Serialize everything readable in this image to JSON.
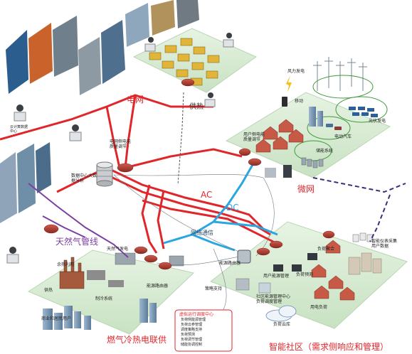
{
  "labels": {
    "power_grid": "电网",
    "heat_supply": "供热",
    "gas_pipeline": "天然气管线",
    "ac": "AC",
    "dc": "DC",
    "microgrid": "微网",
    "network_comm": "网络通信",
    "wind_power": "风力发电",
    "mobile": "移动",
    "power_quality": "电网侧电能质量调节",
    "data_center": "数据中心大数据分析",
    "user_side_quality": "用户侧电能质量调节",
    "ev": "电动汽车",
    "pv": "光伏发电",
    "storage": "储能系统",
    "cloud": "云计算数据中心",
    "gas_power": "天然气发电",
    "waste_heat": "余热利用",
    "heating": "供热",
    "cooling": "制冷系统",
    "commercial": "商业和居民用户",
    "energy_router": "能源路由器",
    "energy_router2": "能源路由器",
    "policy_support": "策略支持",
    "user_mgmt": "用户能源管理",
    "community_center": "社区能源管理中心负荷调度管理",
    "load_agg": "负荷聚合",
    "load_forecast": "负荷预测",
    "smart_meter": "智能仪表采集用户数据",
    "user_load": "用电负荷",
    "load_cloud": "负荷云库",
    "cchp": "燃气冷热电联供",
    "smart_community": "智能社区（需求侧响应和管理）"
  },
  "legend_box": {
    "title": "虚拟运行调度中心",
    "items": [
      "负荷侧能源管理",
      "负荷云参管理",
      "调度策略支持",
      "负荷预测",
      "负荷调节管理",
      "储能协调控制"
    ]
  },
  "colors": {
    "ac_line": "#e0262b",
    "dc_line": "#2aa6e0",
    "gas_line": "#7a3fa1",
    "heat_line": "#555555",
    "comm_line": "#3b2f7a",
    "platform": "#d9ecd6",
    "platform_edge": "#a9cfa4"
  }
}
